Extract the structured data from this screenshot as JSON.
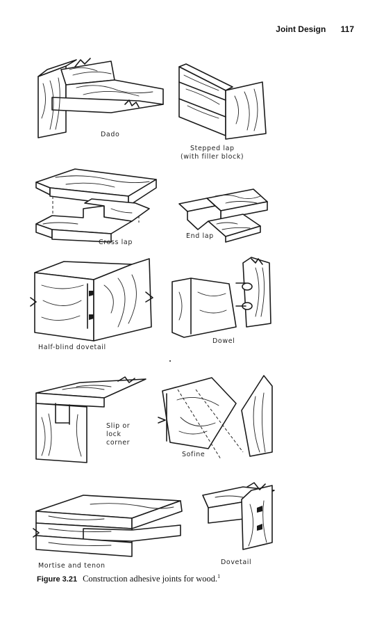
{
  "header": {
    "title": "Joint Design",
    "page_number": "117"
  },
  "joints": [
    {
      "name": "Dado"
    },
    {
      "name": "Stepped lap (with filler block)"
    },
    {
      "name": "Cross lap"
    },
    {
      "name": "End lap"
    },
    {
      "name": "Half-blind dovetail"
    },
    {
      "name": "Dowel"
    },
    {
      "name": "Slip or lock corner"
    },
    {
      "name": "Sofine"
    },
    {
      "name": "Mortise and tenon"
    },
    {
      "name": "Dovetail"
    }
  ],
  "labels": {
    "dado": "Dado",
    "stepped_lap_1": "Stepped lap",
    "stepped_lap_2": "(with filler block)",
    "cross_lap": "Cross lap",
    "end_lap": "End lap",
    "half_blind_dovetail": "Half-blind dovetail",
    "dowel": "Dowel",
    "slip_corner_1": "Slip or",
    "slip_corner_2": "lock",
    "slip_corner_3": "corner",
    "sofine": "Sofine",
    "mortise_tenon": "Mortise and tenon",
    "dovetail": "Dovetail"
  },
  "caption": {
    "figure_number": "Figure 3.21",
    "text": "Construction adhesive joints for wood.",
    "footnote_ref": "1"
  }
}
